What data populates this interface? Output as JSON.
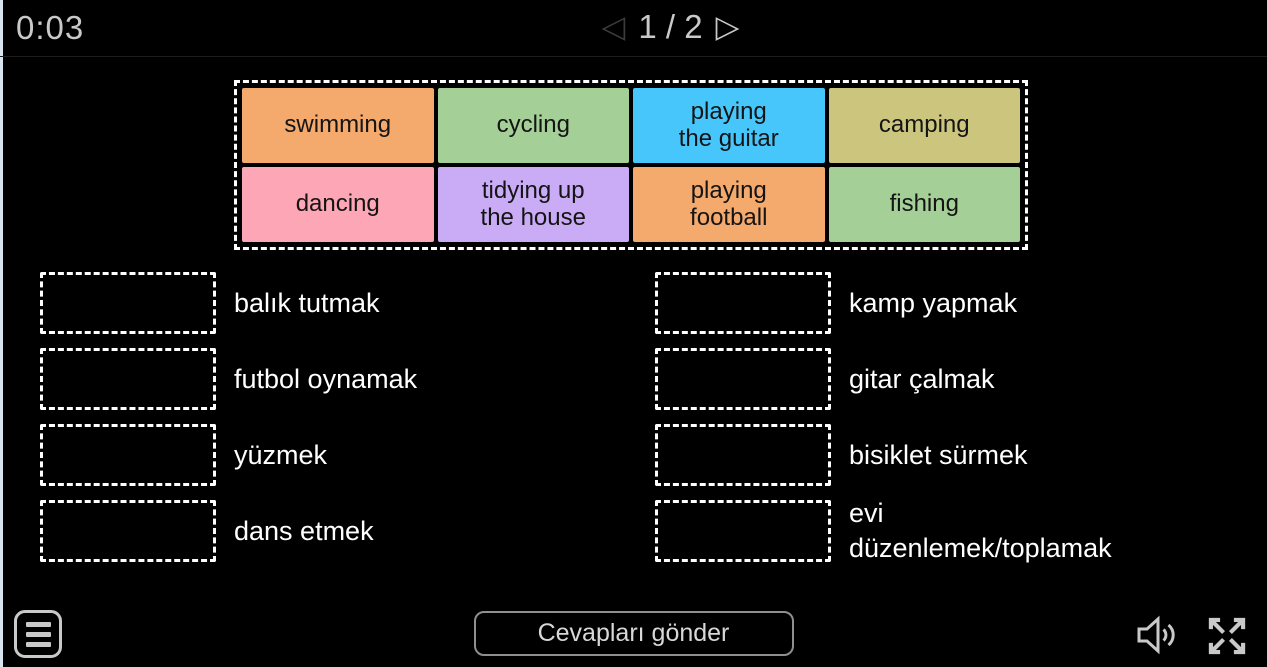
{
  "colors": {
    "background": "#000000",
    "dashed_border": "#ffffff",
    "ui_gray": "#c9c9c9",
    "disabled_gray": "#3b3b3b",
    "tile_text": "#141414",
    "label_text": "#ffffff",
    "left_edge_strip": "#d9e5ee",
    "tile_orange": "#f4a96d",
    "tile_green": "#a4cf96",
    "tile_blue": "#47c6fc",
    "tile_khaki": "#cbc57d",
    "tile_pink": "#fda6b6",
    "tile_purple": "#c9abf6"
  },
  "header": {
    "timer": "0:03",
    "pagination": {
      "label": "1 / 2",
      "prev_icon_glyph": "◁",
      "next_icon_glyph": "▷"
    }
  },
  "word_bank": {
    "tiles": [
      {
        "label": "swimming",
        "color": "#f4a96d"
      },
      {
        "label": "cycling",
        "color": "#a4cf96"
      },
      {
        "label": "playing\nthe guitar",
        "color": "#47c6fc"
      },
      {
        "label": "camping",
        "color": "#cbc57d"
      },
      {
        "label": "dancing",
        "color": "#fda6b6"
      },
      {
        "label": "tidying up\nthe house",
        "color": "#c9abf6"
      },
      {
        "label": "playing\nfootball",
        "color": "#f4a96d"
      },
      {
        "label": "fishing",
        "color": "#a4cf96"
      }
    ]
  },
  "matches": {
    "left_column": [
      {
        "label": "balık tutmak"
      },
      {
        "label": "futbol oynamak"
      },
      {
        "label": "yüzmek"
      },
      {
        "label": "dans etmek"
      }
    ],
    "right_column": [
      {
        "label": "kamp yapmak"
      },
      {
        "label": "gitar çalmak"
      },
      {
        "label": "bisiklet sürmek"
      },
      {
        "label": "evi\ndüzenlemek/toplamak"
      }
    ]
  },
  "footer": {
    "submit_label": "Cevapları gönder",
    "icons": {
      "menu": "hamburger-menu",
      "volume": "speaker-with-sound-waves",
      "fullscreen": "expand-arrows"
    }
  }
}
